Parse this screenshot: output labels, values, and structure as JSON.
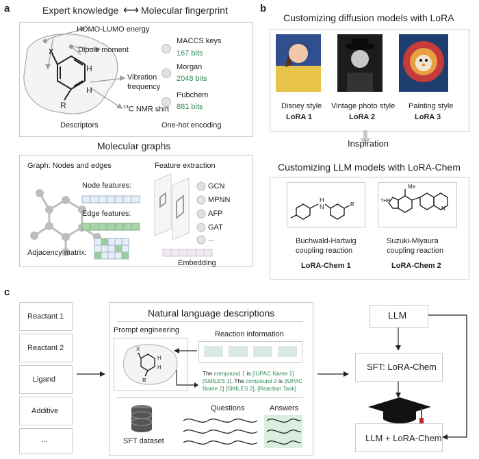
{
  "panel_a": {
    "letter": "a",
    "title_left": "Expert knowledge",
    "title_arrow": "⟷",
    "title_right": "Molecular fingerprint",
    "descriptor_labels": [
      "HOMO-LUMO energy",
      "Dipole moment",
      "Vibration",
      "frequency",
      "NMR shift"
    ],
    "nmr_super": "13",
    "nmr_c": "C",
    "atom_x": "X",
    "atom_h1": "H",
    "atom_h2": "H",
    "atom_r": "R",
    "descriptors_caption": "Descriptors",
    "fingerprints": [
      {
        "name": "MACCS keys",
        "bits": "167 bits"
      },
      {
        "name": "Morgan",
        "bits": "2048 bits"
      },
      {
        "name": "Pubchem",
        "bits": "881 bits"
      }
    ],
    "onehot_caption": "One-hot encoding",
    "graphs_title": "Molecular graphs",
    "graph_subtitle": "Graph: Nodes and edges",
    "node_features": "Node features:",
    "edge_features": "Edge features:",
    "adjacency": "Adjacency matrix:",
    "feature_extraction": "Feature extraction",
    "models": [
      "GCN",
      "MPNN",
      "AFP",
      "GAT",
      "..."
    ],
    "embedding": "Embedding"
  },
  "panel_b": {
    "letter": "b",
    "title": "Customizing diffusion models with LoRA",
    "styles": [
      {
        "style": "Disney style",
        "lora": "LoRA 1"
      },
      {
        "style": "Vintage photo style",
        "lora": "LoRA 2"
      },
      {
        "style": "Painting style",
        "lora": "LoRA 3"
      }
    ],
    "inspiration": "Inspiration",
    "title2": "Customizing LLM models with LoRA-Chem",
    "reactions": [
      {
        "name1": "Buchwald-Hartwig",
        "name2": "coupling reaction",
        "lora": "LoRA-Chem 1"
      },
      {
        "name1": "Suzuki-Miyaura",
        "name2": "coupling reaction",
        "lora": "LoRA-Chem 2"
      }
    ],
    "mol_labels": {
      "nh": "H",
      "n": "N",
      "r": "R",
      "me": "Me",
      "thp": "THP",
      "n2": "N"
    }
  },
  "panel_c": {
    "letter": "c",
    "inputs": [
      "Reactant 1",
      "Reactant 2",
      "Ligand",
      "Additive",
      "..."
    ],
    "nl_title": "Natural language descriptions",
    "prompt_eng": "Prompt engineering",
    "reaction_info": "Reaction information",
    "template_parts": [
      {
        "t": "The ",
        "g": false
      },
      {
        "t": "compound 1",
        "g": true
      },
      {
        "t": " is ",
        "g": false
      },
      {
        "t": "[IUPAC Name 1]",
        "g": true
      },
      {
        "t": " ",
        "g": false
      },
      {
        "t": "[SMILES 1]",
        "g": true
      },
      {
        "t": ". The ",
        "g": false
      },
      {
        "t": "compound 2",
        "g": true
      },
      {
        "t": " is ",
        "g": false
      },
      {
        "t": "[IUPAC Name 2]",
        "g": true
      },
      {
        "t": " ",
        "g": false
      },
      {
        "t": "[SMILES 2]",
        "g": true
      },
      {
        "t": ", ",
        "g": false
      },
      {
        "t": "[Reaction Task]",
        "g": true
      }
    ],
    "sft_dataset": "SFT dataset",
    "questions": "Questions",
    "answers": "Answers",
    "llm": "LLM",
    "sft": "SFT: LoRA-Chem",
    "final": "LLM + LoRA-Chem",
    "mol_labels": {
      "x": "X",
      "h1": "H",
      "h2": "H",
      "r": "R"
    }
  },
  "colors": {
    "green": "#2e8b57",
    "grid_blue": "#d9e6f2",
    "grid_green": "#9ccc9c",
    "node_gray": "#bdbdbd"
  }
}
